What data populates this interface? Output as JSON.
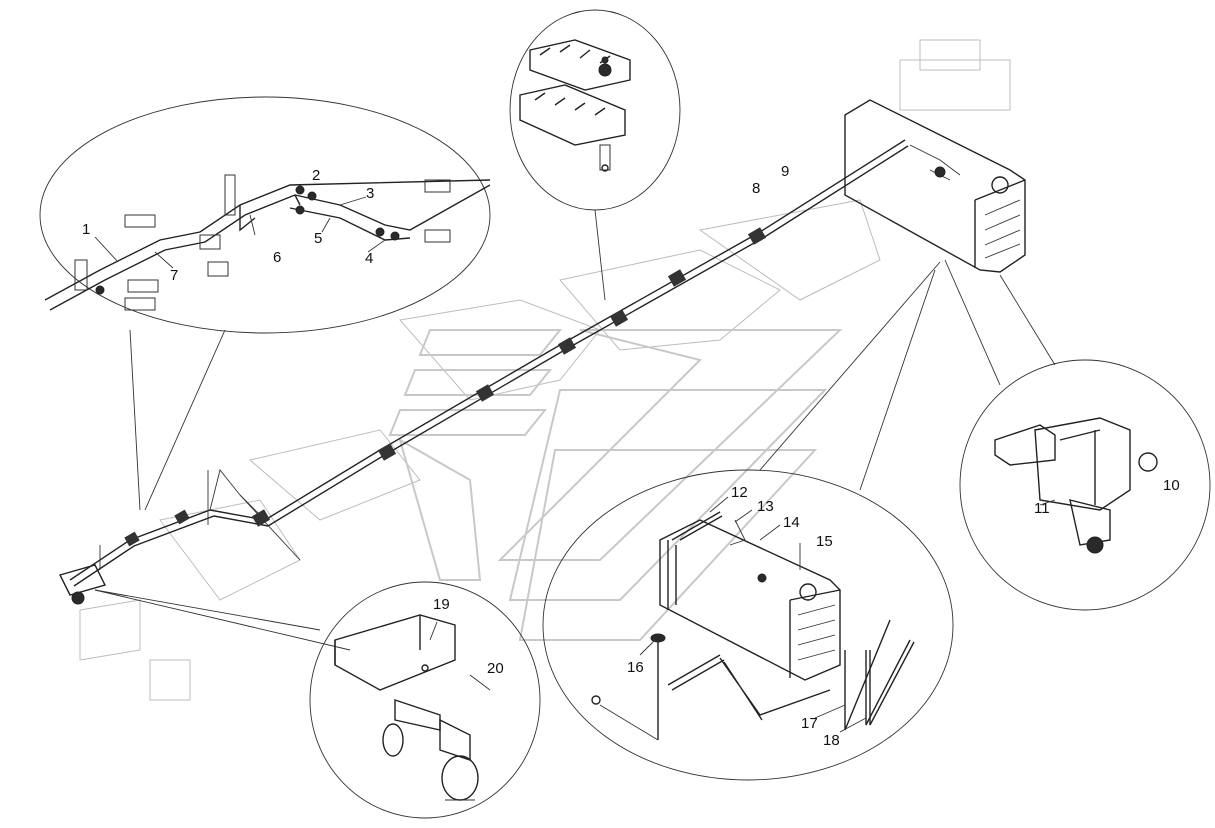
{
  "diagram": {
    "part_numbers": {
      "p1": "1",
      "p2": "2",
      "p3": "3",
      "p4": "4",
      "p5": "5",
      "p6": "6",
      "p7": "7",
      "p8": "8",
      "p9": "9",
      "p10": "10",
      "p11": "11",
      "p12": "12",
      "p13": "13",
      "p14": "14",
      "p15": "15",
      "p16": "16",
      "p17": "17",
      "p18": "18",
      "p19": "19",
      "p20": "20"
    },
    "colors": {
      "line": "#222222",
      "watermark": "#c8c8c8",
      "background": "#ffffff"
    }
  }
}
